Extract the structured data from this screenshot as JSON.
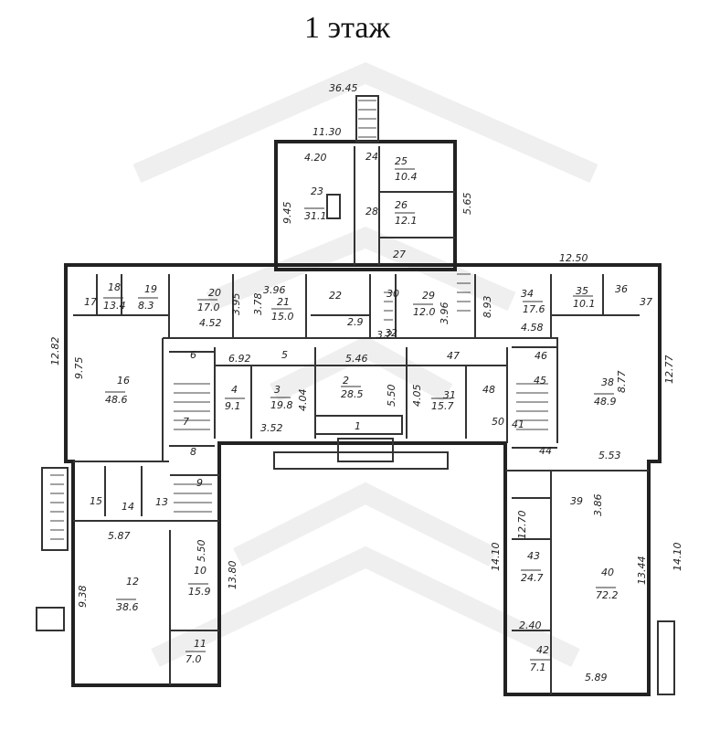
{
  "title": "1 этаж",
  "dimensions": {
    "total": "36.45",
    "annex": "11.30",
    "annex_side": "5.65",
    "east_wing_top": "12.50",
    "west_height": "12.82",
    "west_height2": "9.75",
    "west_wing_w": "5.87",
    "west_wing_h": "9.38",
    "west_wing_h2": "13.80",
    "west_wing_h3": "5.50",
    "east_height": "12.77",
    "east_height2": "8.77",
    "east_wing_h": "14.10",
    "east_wing_h2": "13.44",
    "east_wing_h3": "14.10",
    "east_wing_h4": "12.70",
    "east_wing_w": "3.86",
    "east_wing_w2": "5.53",
    "bottom_east": "5.89",
    "r2_w": "5.46",
    "r2_h": "5.50",
    "r5_w": "6.92",
    "r3_w": "3.52",
    "r3_h": "4.04",
    "r21_w": "3.96",
    "r20_h": "3.95",
    "r21_h": "3.78",
    "r20_w": "4.52",
    "r23_w": "4.20",
    "r23_h": "9.45",
    "r29_h": "3.96",
    "r34_h": "8.93",
    "r34_w": "4.58",
    "r31_h": "4.05",
    "r44_w": "2.40",
    "r27_h": "2.9",
    "r32_w": "3.2"
  },
  "rooms": [
    {
      "id": "2",
      "area": "28.5"
    },
    {
      "id": "3",
      "area": "19.8"
    },
    {
      "id": "4",
      "area": "9.1"
    },
    {
      "id": "5"
    },
    {
      "id": "6"
    },
    {
      "id": "7"
    },
    {
      "id": "8"
    },
    {
      "id": "9"
    },
    {
      "id": "10",
      "area": "15.9"
    },
    {
      "id": "11",
      "area": "7.0"
    },
    {
      "id": "12",
      "area": "38.6"
    },
    {
      "id": "13"
    },
    {
      "id": "14"
    },
    {
      "id": "15"
    },
    {
      "id": "16",
      "area": "48.6"
    },
    {
      "id": "17"
    },
    {
      "id": "18",
      "area": "13.4"
    },
    {
      "id": "19",
      "area": "8.3"
    },
    {
      "id": "20",
      "area": "17.0"
    },
    {
      "id": "21",
      "area": "15.0"
    },
    {
      "id": "22"
    },
    {
      "id": "23",
      "area": "31.1"
    },
    {
      "id": "24"
    },
    {
      "id": "25",
      "area": "10.4"
    },
    {
      "id": "26",
      "area": "12.1"
    },
    {
      "id": "27"
    },
    {
      "id": "28"
    },
    {
      "id": "29",
      "area": "12.0"
    },
    {
      "id": "30"
    },
    {
      "id": "31",
      "area": "15.7"
    },
    {
      "id": "32"
    },
    {
      "id": "34",
      "area": "17.6"
    },
    {
      "id": "35",
      "area": "10.1"
    },
    {
      "id": "36"
    },
    {
      "id": "37"
    },
    {
      "id": "38",
      "area": "48.9"
    },
    {
      "id": "39"
    },
    {
      "id": "40",
      "area": "72.2"
    },
    {
      "id": "41"
    },
    {
      "id": "42",
      "area": "7.1"
    },
    {
      "id": "43",
      "area": "24.7"
    },
    {
      "id": "44"
    },
    {
      "id": "45"
    },
    {
      "id": "46"
    },
    {
      "id": "47"
    },
    {
      "id": "48"
    },
    {
      "id": "50"
    },
    {
      "id": "1"
    }
  ]
}
